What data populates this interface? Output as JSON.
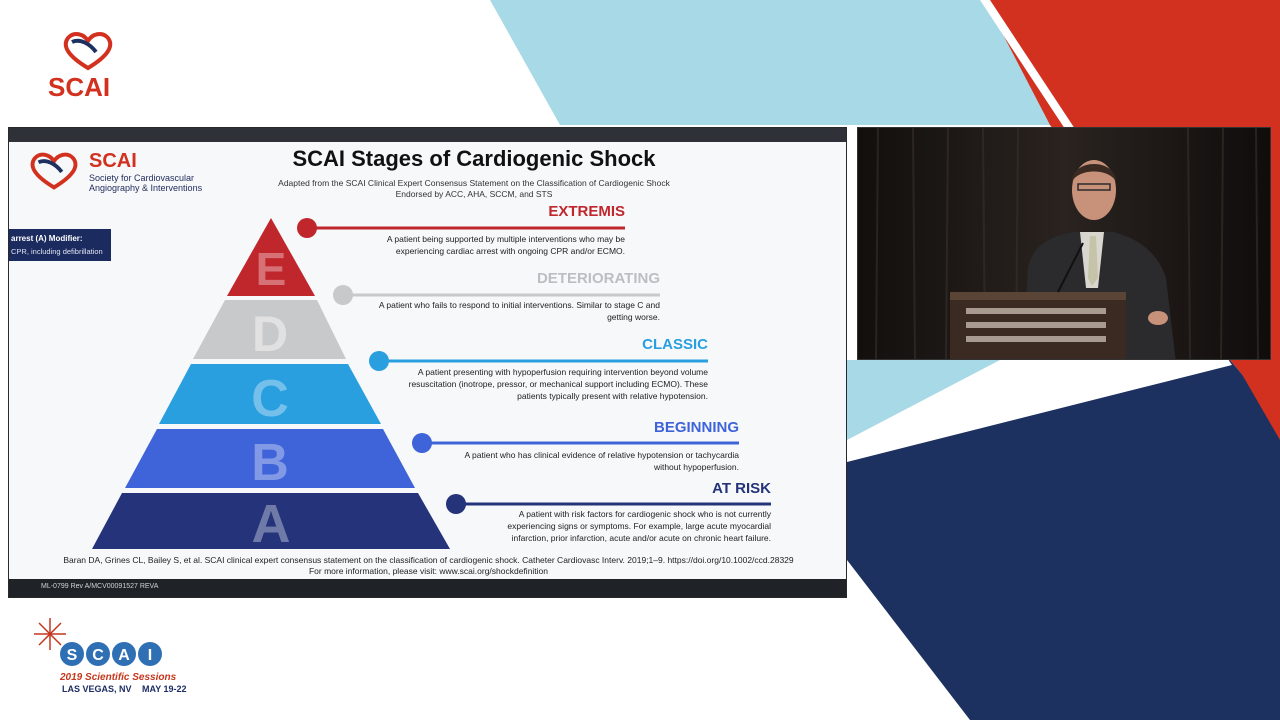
{
  "branding": {
    "corner_logo_text": "SCAI",
    "session_logo_text": "SCAI",
    "session_title": "2019 Scientific Sessions",
    "session_location": "LAS VEGAS, NV",
    "session_dates": "MAY 19-22"
  },
  "slide": {
    "logo_word": "SCAI",
    "logo_sub1": "Society for Cardiovascular",
    "logo_sub2": "Angiography & Interventions",
    "title": "SCAI Stages of Cardiogenic Shock",
    "subtitle1": "Adapted from the SCAI Clinical Expert Consensus Statement on the Classification of Cardiogenic Shock",
    "subtitle2": "Endorsed by ACC, AHA, SCCM, and STS",
    "modifier_line1": "arrest (A) Modifier:",
    "modifier_line2": "CPR, including defibrillation",
    "stages": [
      {
        "letter": "E",
        "name": "EXTREMIS",
        "desc1": "A patient being supported by multiple interventions who may be",
        "desc2": "experiencing cardiac arrest with ongoing CPR and/or ECMO.",
        "desc3": "",
        "color": "#c0272d"
      },
      {
        "letter": "D",
        "name": "DETERIORATING",
        "desc1": "A patient who fails to respond to initial interventions. Similar to stage C and",
        "desc2": "getting worse.",
        "desc3": "",
        "color": "#c8c9cb"
      },
      {
        "letter": "C",
        "name": "CLASSIC",
        "desc1": "A patient presenting with hypoperfusion requiring intervention beyond volume",
        "desc2": "resuscitation (inotrope, pressor, or mechanical support including ECMO). These",
        "desc3": "patients typically present with relative hypotension.",
        "color": "#2a9fe0"
      },
      {
        "letter": "B",
        "name": "BEGINNING",
        "desc1": "A patient who has clinical evidence of relative hypotension or tachycardia",
        "desc2": "without hypoperfusion.",
        "desc3": "",
        "color": "#3f63d8"
      },
      {
        "letter": "A",
        "name": "AT RISK",
        "desc1": "A patient with risk factors for cardiogenic shock who is not currently",
        "desc2": "experiencing signs or symptoms. For example, large acute myocardial",
        "desc3": "infarction, prior infarction, acute and/or acute on chronic heart failure.",
        "color": "#24337a"
      }
    ],
    "reference1": "Baran DA, Grines CL, Bailey S, et al. SCAI clinical expert consensus statement on the classification of cardiogenic shock. Catheter Cardiovasc Interv. 2019;1–9. https://doi.org/10.1002/ccd.28329",
    "reference2": "For more information, please visit: www.scai.org/shockdefinition",
    "footer_code": "ML-0799 Rev A/MCV00091527 REVA"
  },
  "colors": {
    "red": "#d2311f",
    "light_blue": "#a8d9e6",
    "navy": "#1d3160"
  }
}
